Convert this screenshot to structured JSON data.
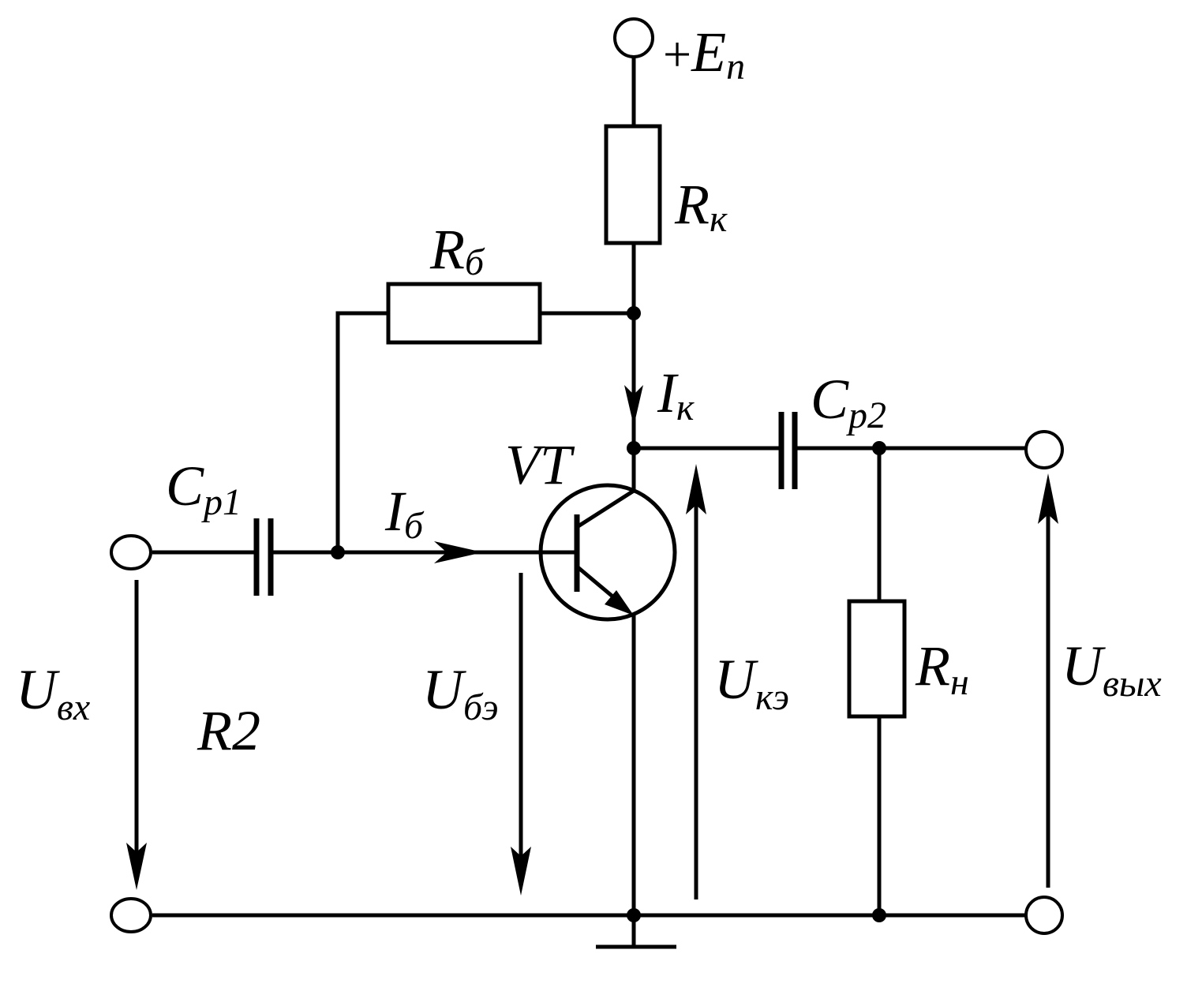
{
  "labels": {
    "supply": {
      "sign": "+",
      "main": "E",
      "sub": "п"
    },
    "collector_resistor": {
      "main": "R",
      "sub": "к"
    },
    "base_resistor": {
      "main": "R",
      "sub": "б"
    },
    "collector_current": {
      "main": "I",
      "sub": "к"
    },
    "output_capacitor": {
      "main": "C",
      "sub": "р2"
    },
    "transistor": {
      "main": "VT"
    },
    "input_capacitor": {
      "main": "C",
      "sub": "р1"
    },
    "base_current": {
      "main": "I",
      "sub": "б"
    },
    "input_voltage": {
      "main": "U",
      "sub": "вх"
    },
    "extra_resistor": {
      "main": "R2"
    },
    "base_emitter_voltage": {
      "main": "U",
      "sub": "бэ"
    },
    "collector_emitter_voltage": {
      "main": "U",
      "sub": "кэ"
    },
    "load_resistor": {
      "main": "R",
      "sub": "н"
    },
    "output_voltage": {
      "main": "U",
      "sub": "вых"
    }
  }
}
